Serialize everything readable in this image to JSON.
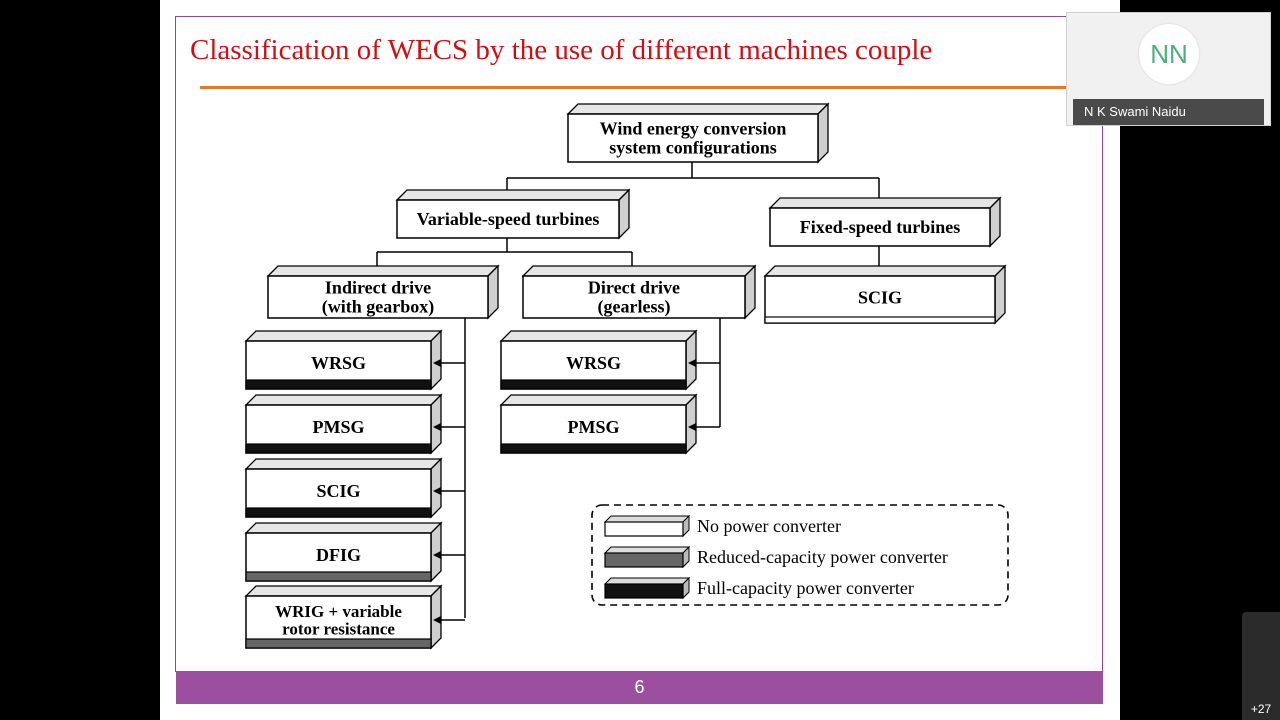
{
  "slide": {
    "title": "Classification of WECS by the use of different machines couple",
    "page_number": "6"
  },
  "diagram": {
    "root": [
      "Wind energy conversion",
      "system configurations"
    ],
    "variable_speed": "Variable-speed turbines",
    "fixed_speed": "Fixed-speed turbines",
    "indirect_drive": [
      "Indirect drive",
      "(with gearbox)"
    ],
    "direct_drive": [
      "Direct drive",
      "(gearless)"
    ],
    "fixed_scig": "SCIG",
    "indirect_machines": [
      {
        "label": [
          "WRSG"
        ],
        "converter": "full"
      },
      {
        "label": [
          "PMSG"
        ],
        "converter": "full"
      },
      {
        "label": [
          "SCIG"
        ],
        "converter": "full"
      },
      {
        "label": [
          "DFIG"
        ],
        "converter": "reduced"
      },
      {
        "label": [
          "WRIG + variable",
          "rotor resistance"
        ],
        "converter": "reduced"
      }
    ],
    "direct_machines": [
      {
        "label": [
          "WRSG"
        ],
        "converter": "full"
      },
      {
        "label": [
          "PMSG"
        ],
        "converter": "full"
      }
    ],
    "legend": [
      {
        "label": "No power converter",
        "fill": "#ffffff"
      },
      {
        "label": "Reduced-capacity power converter",
        "fill": "#666666"
      },
      {
        "label": "Full-capacity power converter",
        "fill": "#111111"
      }
    ]
  },
  "meeting": {
    "participant_initials": "NN",
    "participant_name": "N K Swami Naidu",
    "more_participants": "+27",
    "avatar_color": "#4caf7d"
  }
}
